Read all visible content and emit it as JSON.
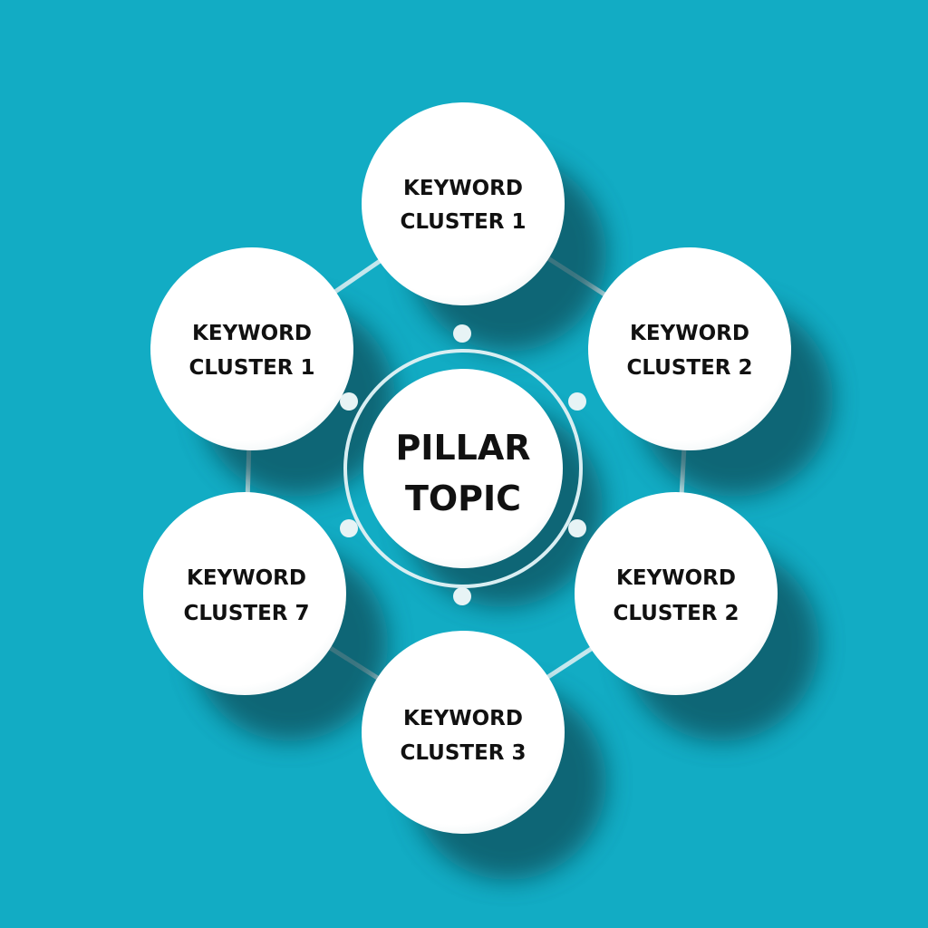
{
  "colors": {
    "background": "#12acc4",
    "node_fill": "#ffffff",
    "text": "#111111",
    "connector": "#d9eef2",
    "shadow": "#0b4f5c"
  },
  "center": {
    "line1": "PILLAR",
    "line2": "TOPIC"
  },
  "nodes": [
    {
      "line1": "KEYWORD",
      "line2": "CLUSTER 1"
    },
    {
      "line1": "KEYWORD",
      "line2": "CLUSTER 2"
    },
    {
      "line1": "KEYWORD",
      "line2": "CLUSTER 2"
    },
    {
      "line1": "KEYWORD",
      "line2": "CLUSTER 3"
    },
    {
      "line1": "KEYWORD",
      "line2": "CLUSTER 7"
    },
    {
      "line1": "KEYWORD",
      "line2": "CLUSTER 1"
    }
  ]
}
